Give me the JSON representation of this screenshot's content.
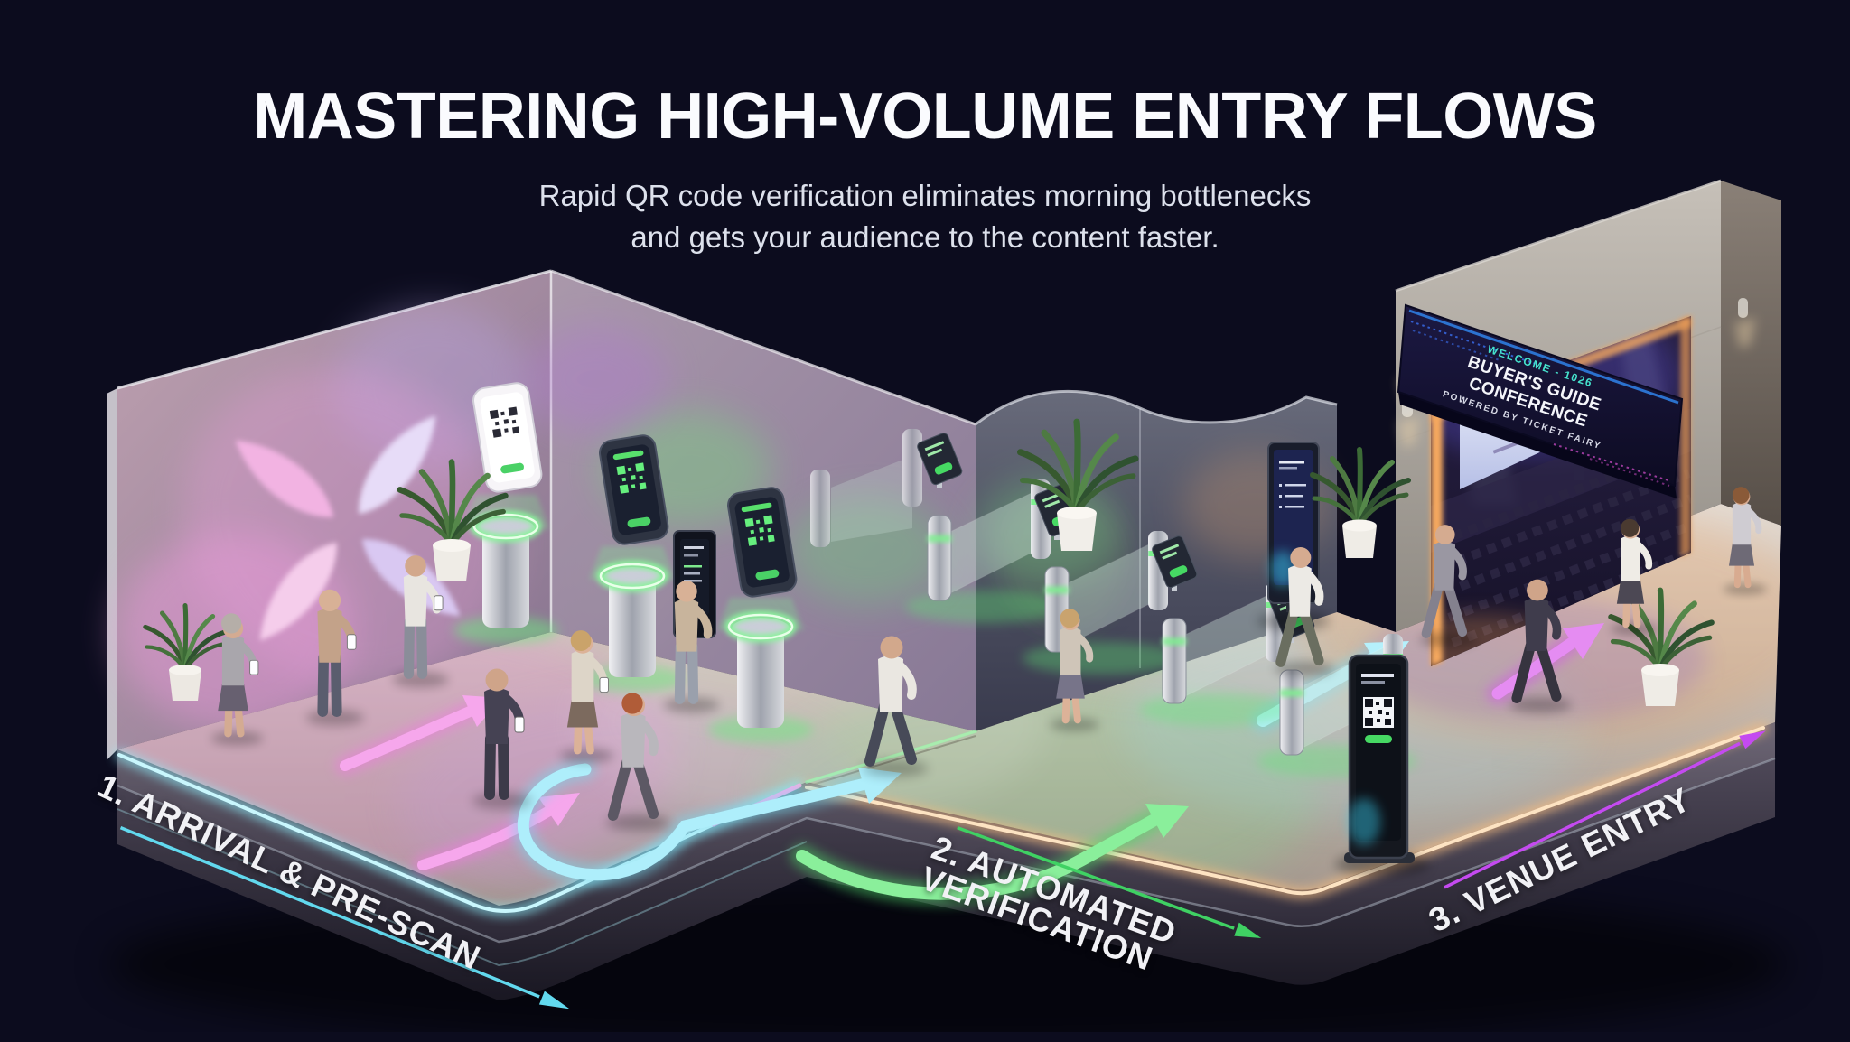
{
  "header": {
    "title": "MASTERING HIGH-VOLUME ENTRY FLOWS",
    "subtitle_line1": "Rapid QR code verification eliminates morning bottlenecks",
    "subtitle_line2": "and gets your audience to the content faster."
  },
  "stages": [
    {
      "label": "1. ARRIVAL & PRE-SCAN",
      "arrow_color": "#62d9ee"
    },
    {
      "label_line1": "2. AUTOMATED",
      "label_line2": "VERIFICATION",
      "arrow_color": "#3fd163"
    },
    {
      "label": "3. VENUE ENTRY",
      "arrow_color": "#c44af0"
    }
  ],
  "venue_sign": {
    "welcome": "WELCOME - 1026",
    "conference": "BUYER'S GUIDE CONFERENCE",
    "powered_by": "POWERED BY TICKET FAIRY"
  },
  "colors": {
    "background": "#0c0c1e",
    "arrow_cyan": "#62d9ee",
    "arrow_green": "#3fd163",
    "arrow_magenta": "#c44af0",
    "neon_cyan": "#8deefb",
    "neon_orange": "#f6bc80",
    "neon_pink": "#f5a9ec",
    "kiosk_ring_green": "#8bf39c",
    "sign_welcome_teal": "#45e2cd",
    "flower_pink": "#f2b3e2"
  }
}
